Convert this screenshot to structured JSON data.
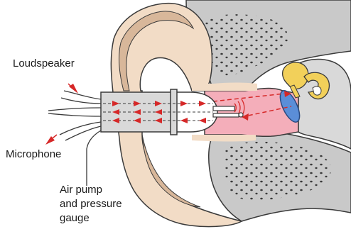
{
  "labels": {
    "loudspeaker": "Loudspeaker",
    "microphone": "Microphone",
    "pump_line1": "Air pump",
    "pump_line2": "and pressure",
    "pump_line3": "gauge"
  },
  "colors": {
    "skin": "#f2dcc6",
    "skin_shadow": "#d8b79a",
    "outline": "#3a3a3a",
    "bone": "#c9c9c9",
    "bone_dots": "#3a3a3a",
    "canal": "#f4aeba",
    "eardrum": "#5b8ed8",
    "ossicles": "#f2d05a",
    "probe_body": "#d9d9d9",
    "arrow_red": "#d62828"
  },
  "icons": {
    "probe": "ear-probe-icon",
    "eardrum": "eardrum-icon",
    "ossicles": "ossicles-icon"
  }
}
